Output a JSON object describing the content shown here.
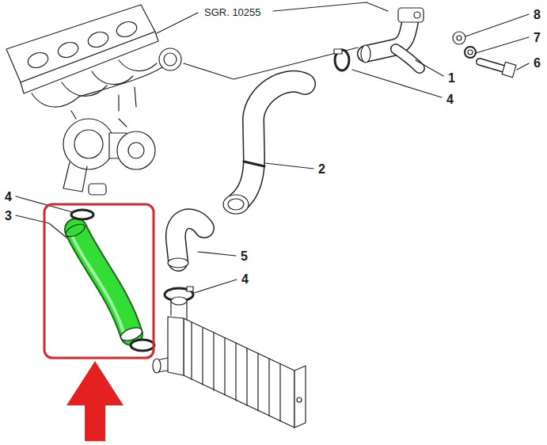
{
  "diagram": {
    "labels": [
      "SGR. 10255",
      "8",
      "7",
      "6",
      "1",
      "4",
      "2",
      "4",
      "3",
      "5",
      "4"
    ]
  }
}
